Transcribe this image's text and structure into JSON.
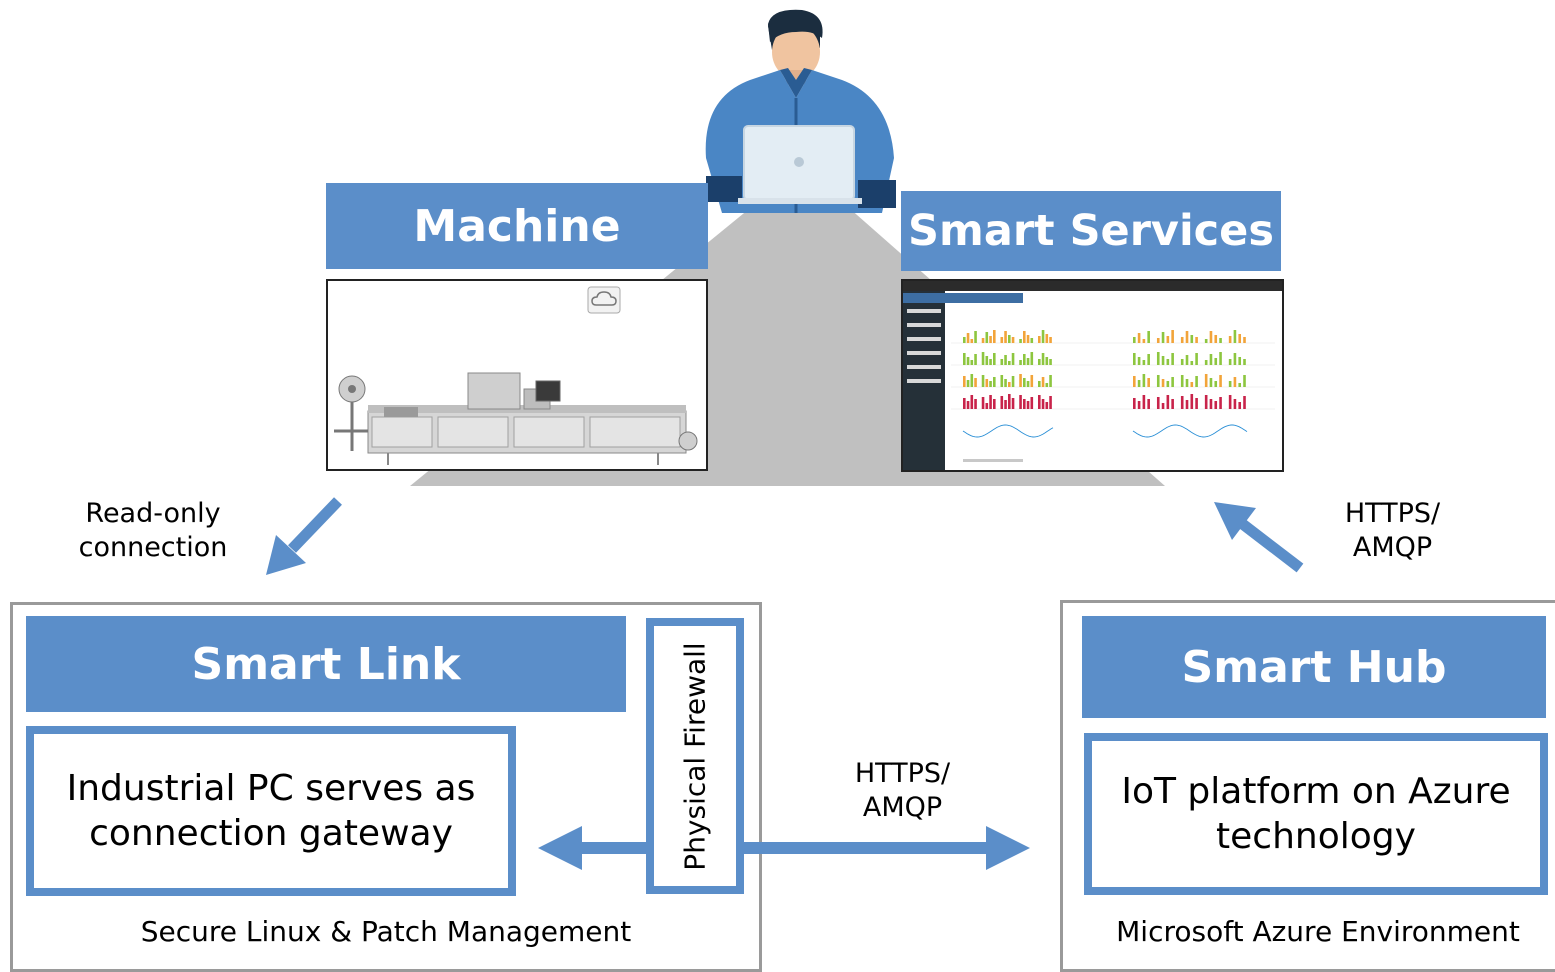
{
  "machine": {
    "title": "Machine"
  },
  "smart_services": {
    "title": "Smart Services"
  },
  "smart_link": {
    "title": "Smart Link",
    "gateway_text": "Industrial PC serves as connection gateway",
    "firewall_label": "Physical Firewall",
    "footer": "Secure Linux & Patch Management"
  },
  "smart_hub": {
    "title": "Smart Hub",
    "platform_text": "IoT platform on Azure technology",
    "footer": "Microsoft Azure Environment"
  },
  "connections": {
    "read_only": "Read-only connection",
    "https_amqp_center": "HTTPS/ AMQP",
    "https_amqp_right": "HTTPS/ AMQP"
  },
  "colors": {
    "accent_blue": "#5b8ec9",
    "frame_gray": "#9a9a9a",
    "platform_gray": "#c0c0c0",
    "bar_green": "#8dc63f",
    "bar_orange": "#f2a43a",
    "bar_red": "#c8234a"
  },
  "icons": [
    "user-with-laptop-icon",
    "cloud-icon",
    "packaging-machine-image",
    "dashboard-screenshot-image"
  ]
}
